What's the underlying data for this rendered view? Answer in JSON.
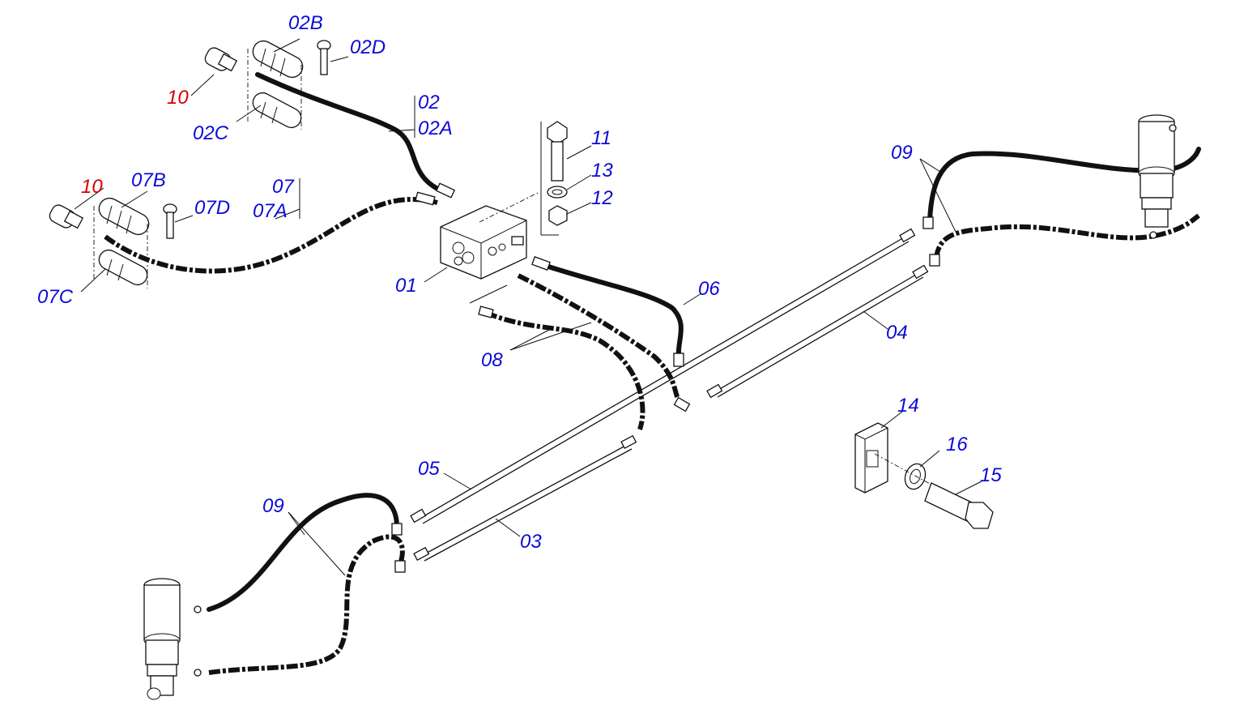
{
  "colors": {
    "label": "#0b0bd6",
    "highlight": "#d50000",
    "line": "#111111"
  },
  "labels": {
    "p01": "01",
    "p02": "02",
    "p02A": "02A",
    "p02B": "02B",
    "p02C": "02C",
    "p02D": "02D",
    "p03": "03",
    "p04": "04",
    "p05": "05",
    "p06": "06",
    "p07": "07",
    "p07A": "07A",
    "p07B": "07B",
    "p07C": "07C",
    "p07D": "07D",
    "p08": "08",
    "p09a": "09",
    "p09b": "09",
    "p10a": "10",
    "p10b": "10",
    "p11": "11",
    "p12": "12",
    "p13": "13",
    "p14": "14",
    "p15": "15",
    "p16": "16"
  }
}
